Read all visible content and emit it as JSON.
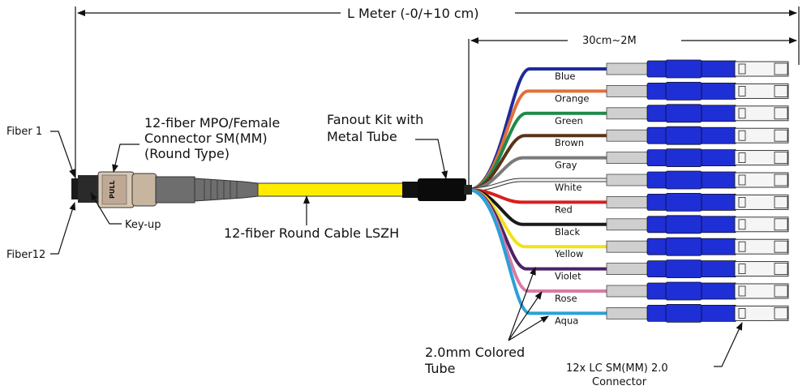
{
  "dimension": {
    "length_label": "L  Meter (-0/+10 cm)",
    "breakout_label": "30cm~2M"
  },
  "labels": {
    "fiber1": "Fiber 1",
    "fiber12": "Fiber12",
    "mpo_connector": [
      "12-fiber MPO/Female",
      "Connector SM(MM)",
      "(Round Type)"
    ],
    "key_up": "Key-up",
    "pull": "PULL",
    "cable": "12-fiber Round Cable LSZH",
    "fanout": [
      "Fanout Kit with",
      "Metal Tube"
    ],
    "colored_tube": [
      "2.0mm Colored",
      "Tube"
    ],
    "lc_connector": [
      "12x LC SM(MM) 2.0",
      "Connector"
    ]
  },
  "fibers": [
    {
      "name": "Blue",
      "color": "#1f2a9c"
    },
    {
      "name": "Orange",
      "color": "#e0703a"
    },
    {
      "name": "Green",
      "color": "#1e8a4a"
    },
    {
      "name": "Brown",
      "color": "#5a3418"
    },
    {
      "name": "Gray",
      "color": "#7a7a7a"
    },
    {
      "name": "White",
      "color": "#f4f4f4"
    },
    {
      "name": "Red",
      "color": "#d81f1f"
    },
    {
      "name": "Black",
      "color": "#1a1a1a"
    },
    {
      "name": "Yellow",
      "color": "#f2e21a"
    },
    {
      "name": "Violet",
      "color": "#4b2368"
    },
    {
      "name": "Rose",
      "color": "#d97aa5"
    },
    {
      "name": "Aqua",
      "color": "#2aa0d8"
    }
  ],
  "colors": {
    "cable": "#ffec00",
    "lc_body": "#1e2fd6",
    "boot": "#cfcfcf",
    "mpo_boot": "#6e6e6e"
  }
}
